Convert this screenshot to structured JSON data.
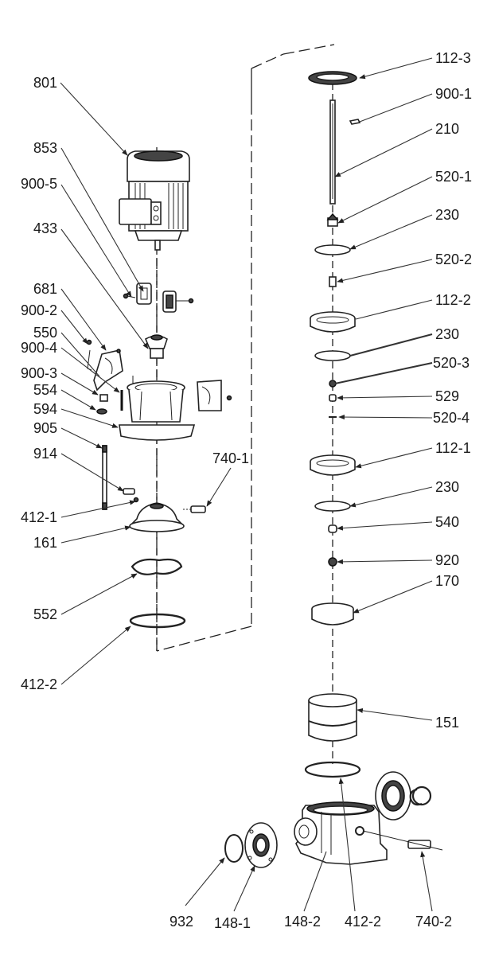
{
  "diagram": {
    "type": "exploded-parts-view",
    "subject": "vertical multistage centrifugal pump",
    "labels_left": [
      {
        "id": "801",
        "text": "801",
        "part": "motor"
      },
      {
        "id": "853",
        "text": "853",
        "part": "motor-coupling-guard"
      },
      {
        "id": "900-5",
        "text": "900-5",
        "part": "screw"
      },
      {
        "id": "433",
        "text": "433",
        "part": "mechanical-seal"
      },
      {
        "id": "681",
        "text": "681",
        "part": "coupling-guard"
      },
      {
        "id": "900-2",
        "text": "900-2",
        "part": "screw"
      },
      {
        "id": "550",
        "text": "550",
        "part": "washer"
      },
      {
        "id": "900-4",
        "text": "900-4",
        "part": "screw"
      },
      {
        "id": "900-3",
        "text": "900-3",
        "part": "screw"
      },
      {
        "id": "554",
        "text": "554",
        "part": "washer"
      },
      {
        "id": "594",
        "text": "594",
        "part": "motor-stool"
      },
      {
        "id": "905",
        "text": "905",
        "part": "tie-bolt"
      },
      {
        "id": "914",
        "text": "914",
        "part": "plug"
      },
      {
        "id": "740-1",
        "text": "740-1",
        "part": "vent-plug"
      },
      {
        "id": "412-1",
        "text": "412-1",
        "part": "o-ring"
      },
      {
        "id": "161",
        "text": "161",
        "part": "pump-head"
      },
      {
        "id": "552",
        "text": "552",
        "part": "gasket"
      },
      {
        "id": "412-2a",
        "text": "412-2",
        "part": "o-ring"
      }
    ],
    "labels_right": [
      {
        "id": "112-3",
        "text": "112-3",
        "part": "top-chamber"
      },
      {
        "id": "900-1",
        "text": "900-1",
        "part": "key"
      },
      {
        "id": "210",
        "text": "210",
        "part": "shaft"
      },
      {
        "id": "520-1",
        "text": "520-1",
        "part": "sleeve"
      },
      {
        "id": "230a",
        "text": "230",
        "part": "impeller"
      },
      {
        "id": "520-2",
        "text": "520-2",
        "part": "sleeve"
      },
      {
        "id": "112-2",
        "text": "112-2",
        "part": "chamber"
      },
      {
        "id": "230b",
        "text": "230",
        "part": "impeller"
      },
      {
        "id": "520-3",
        "text": "520-3",
        "part": "sleeve"
      },
      {
        "id": "529",
        "text": "529",
        "part": "bearing-sleeve"
      },
      {
        "id": "520-4",
        "text": "520-4",
        "part": "sleeve"
      },
      {
        "id": "112-1",
        "text": "112-1",
        "part": "chamber"
      },
      {
        "id": "230c",
        "text": "230",
        "part": "impeller"
      },
      {
        "id": "540",
        "text": "540",
        "part": "bush"
      },
      {
        "id": "920",
        "text": "920",
        "part": "nut"
      },
      {
        "id": "170",
        "text": "170",
        "part": "bottom-chamber"
      },
      {
        "id": "151",
        "text": "151",
        "part": "outer-sleeve"
      }
    ],
    "labels_bottom": [
      {
        "id": "932",
        "text": "932",
        "part": "circlip"
      },
      {
        "id": "148-1",
        "text": "148-1",
        "part": "flange"
      },
      {
        "id": "148-2",
        "text": "148-2",
        "part": "pump-base"
      },
      {
        "id": "412-2b",
        "text": "412-2",
        "part": "o-ring"
      },
      {
        "id": "740-2",
        "text": "740-2",
        "part": "drain-plug"
      }
    ]
  }
}
